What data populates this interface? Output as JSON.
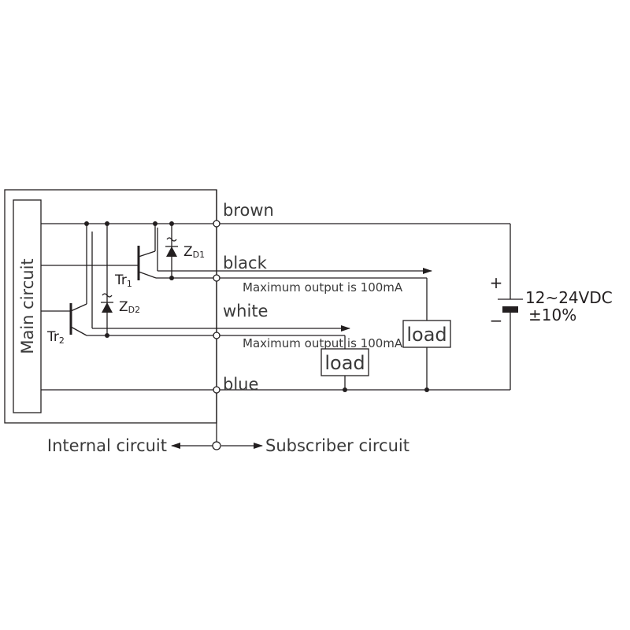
{
  "main_circuit": "Main circuit",
  "wires": {
    "brown": "brown",
    "black": "black",
    "white": "white",
    "blue": "blue"
  },
  "notes": {
    "black_max": "Maximum output is 100mA",
    "white_max": "Maximum output is 100mA"
  },
  "components": {
    "tr1": "Tr",
    "tr1_sub": "1",
    "tr2": "Tr",
    "tr2_sub": "2",
    "zd1": "Z",
    "zd1_sub": "D1",
    "zd2": "Z",
    "zd2_sub": "D2",
    "load_black": "load",
    "load_white": "load"
  },
  "power": {
    "plus": "+",
    "minus": "−",
    "voltage": "12~24VDC",
    "tolerance": "±10%"
  },
  "divider": {
    "left": "Internal circuit",
    "right": "Subscriber circuit"
  },
  "colors": {
    "line": "#231f20",
    "text": "#3a3a3a"
  }
}
